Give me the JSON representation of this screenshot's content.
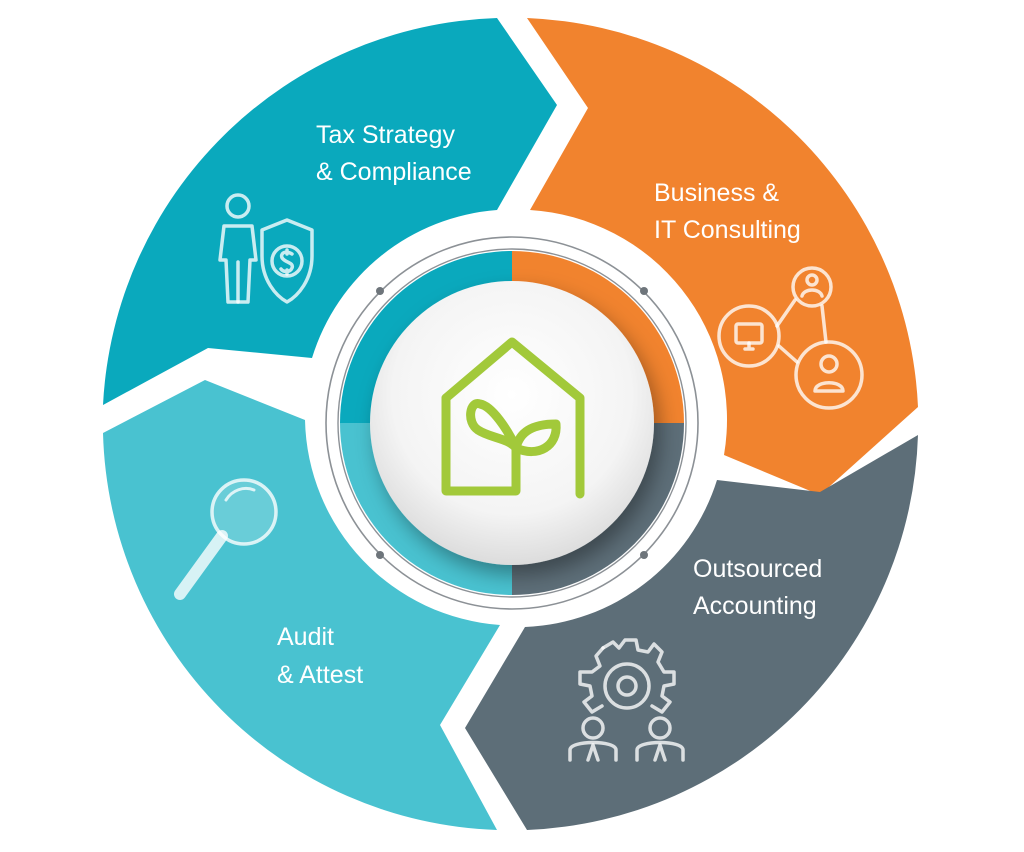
{
  "diagram": {
    "segments": [
      {
        "id": "tax",
        "line1": "Tax Strategy",
        "line2": "& Compliance",
        "icon": "person-shield-dollar-icon",
        "color": "#0aa9bd"
      },
      {
        "id": "business",
        "line1": "Business &",
        "line2": "IT Consulting",
        "icon": "network-people-icon",
        "color": "#f1832e"
      },
      {
        "id": "outsourced",
        "line1": "Outsourced",
        "line2": "Accounting",
        "icon": "gear-team-icon",
        "color": "#5d6e78"
      },
      {
        "id": "audit",
        "line1": "Audit",
        "line2": "& Attest",
        "icon": "magnifier-icon",
        "color": "#49c2d0"
      }
    ],
    "center_icon": "house-sprout-icon",
    "center_icon_color": "#a2c93a"
  }
}
